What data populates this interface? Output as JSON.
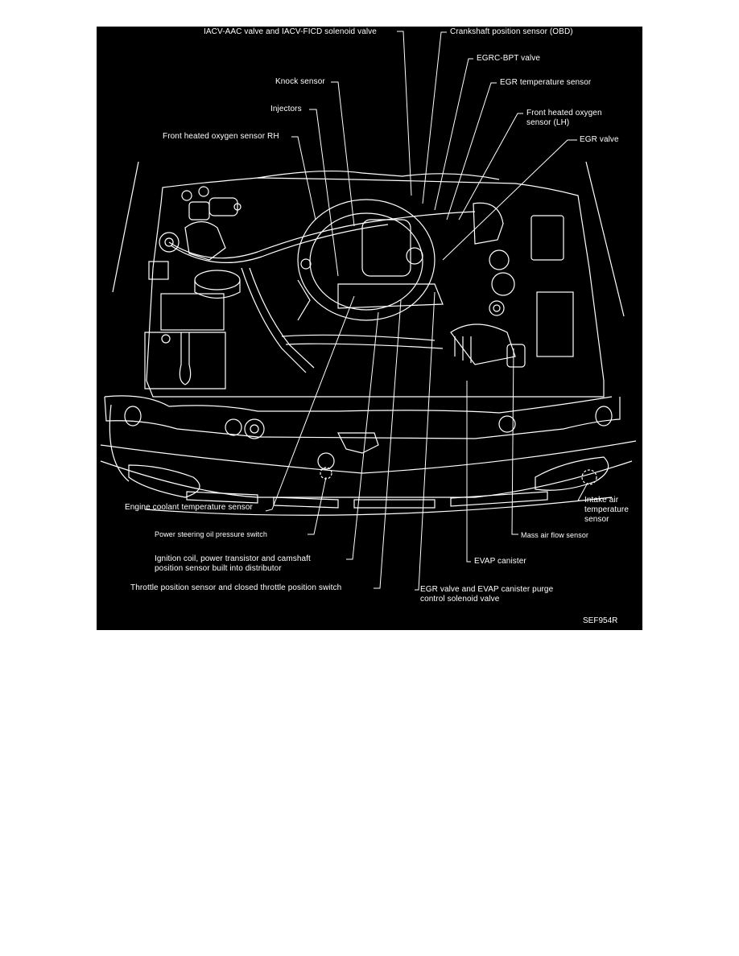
{
  "figure": {
    "id": "SEF954R",
    "background": "#000000",
    "line_color": "#ffffff",
    "description": "Engine compartment component location diagram"
  },
  "labels": {
    "iacv": "IACV-AAC valve and IACV-FICD solenoid valve",
    "crankshaft": "Crankshaft position sensor (OBD)",
    "egrc_bpt": "EGRC-BPT valve",
    "knock": "Knock sensor",
    "egr_temp": "EGR temperature sensor",
    "injectors": "Injectors",
    "front_o2_lh_1": "Front heated oxygen",
    "front_o2_lh_2": "sensor (LH)",
    "front_o2_rh": "Front heated oxygen sensor RH",
    "egr_valve": "EGR valve",
    "coolant_temp": "Engine coolant temperature sensor",
    "intake_air_1": "Intake air",
    "intake_air_2": "temperature",
    "intake_air_3": "sensor",
    "ps_switch": "Power steering oil pressure switch",
    "maf": "Mass air flow sensor",
    "ignition_1": "Ignition coil, power transistor and camshaft",
    "ignition_2": "position sensor built into distributor",
    "evap_canister": "EVAP canister",
    "tps": "Throttle position sensor and closed throttle position switch",
    "egr_evap_1": "EGR valve and EVAP canister purge",
    "egr_evap_2": "control solenoid valve"
  }
}
